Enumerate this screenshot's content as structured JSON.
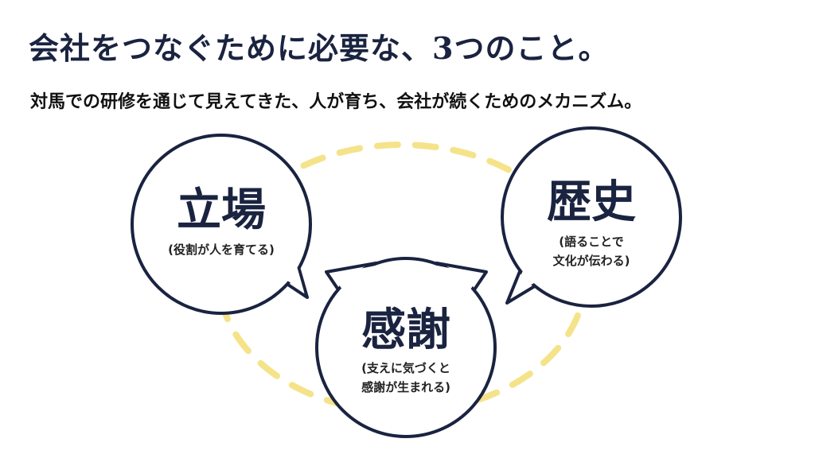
{
  "header": {
    "title": "会社をつなぐために必要な、3つのこと。",
    "subtitle": "対馬での研修を通じて見えてきた、人が育ち、会社が続くためのメカニズム。"
  },
  "nodes": [
    {
      "title": "立場",
      "subtitle": "(役割が人を育てる)"
    },
    {
      "title": "歴史",
      "subtitle": "(語ることで\n文化が伝わる)"
    },
    {
      "title": "感謝",
      "subtitle": "(支えに気づくと\n感謝が生まれる)"
    }
  ],
  "colors": {
    "circle_stroke": "#1a2340",
    "dashed_ring": "#f5e38a",
    "text": "#1a2340"
  }
}
